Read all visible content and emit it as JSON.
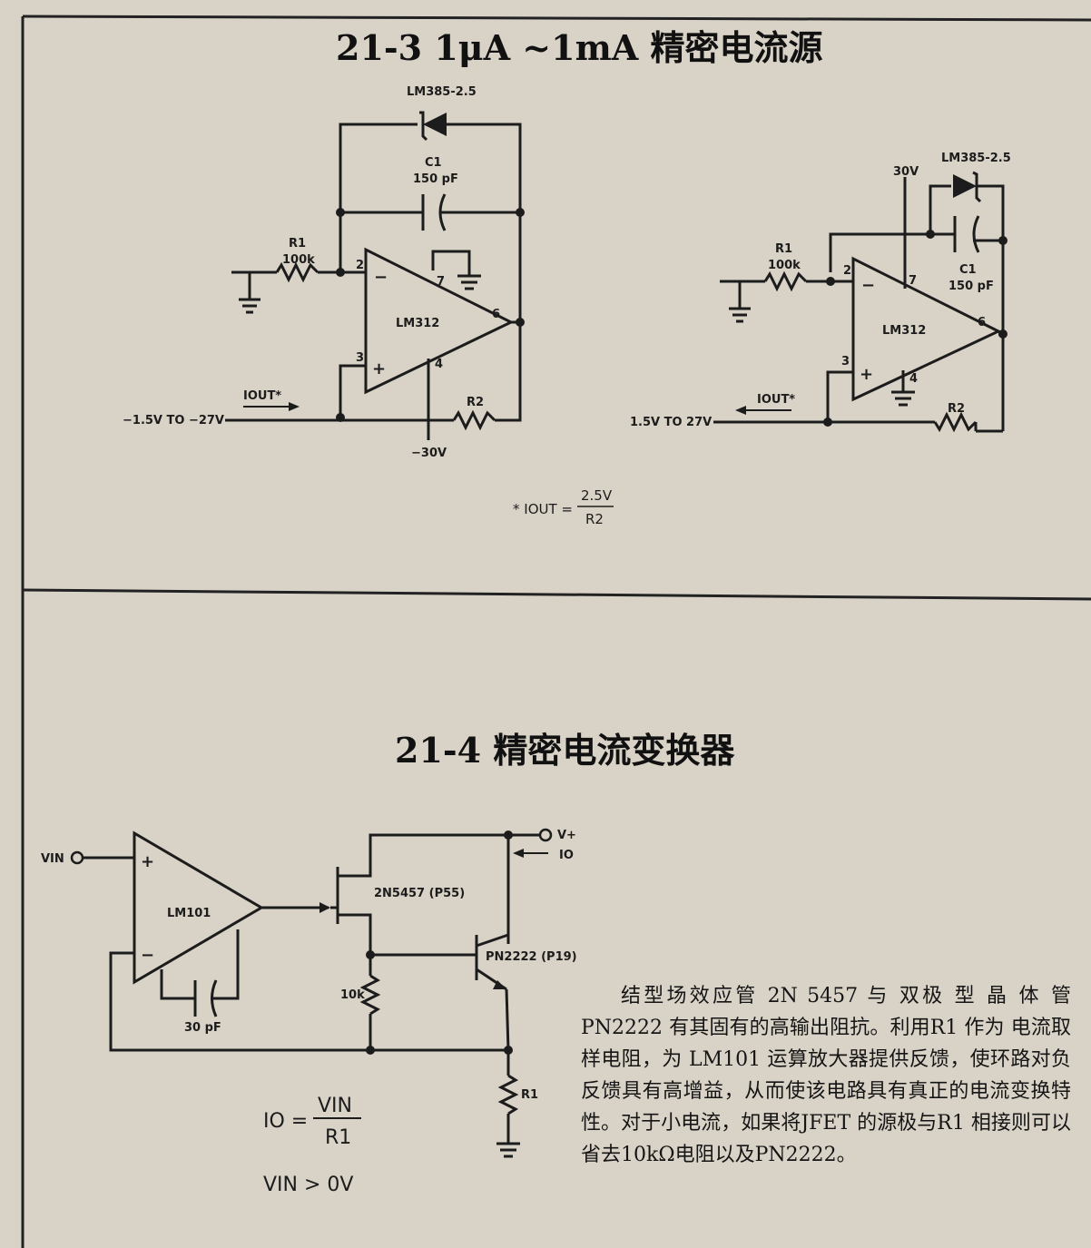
{
  "section1": {
    "title": "21-3   1μA ~1mA 精密电流源",
    "left_circuit": {
      "diode": "LM385-2.5",
      "cap_name": "C1",
      "cap_value": "150 pF",
      "r1_name": "R1",
      "r1_value": "100k",
      "opamp": "LM312",
      "pin_2": "2",
      "pin_3": "3",
      "pin_4": "4",
      "pin_6": "6",
      "pin_7": "7",
      "minus": "−",
      "plus": "+",
      "iout": "IOUT*",
      "voltage_range": "−1.5V TO −27V",
      "r2_name": "R2",
      "supply": "−30V"
    },
    "right_circuit": {
      "diode": "LM385-2.5",
      "supply": "30V",
      "r1_name": "R1",
      "r1_value": "100k",
      "cap_name": "C1",
      "cap_value": "150 pF",
      "opamp": "LM312",
      "pin_2": "2",
      "pin_3": "3",
      "pin_4": "4",
      "pin_6": "6",
      "pin_7": "7",
      "minus": "−",
      "plus": "+",
      "iout": "IOUT*",
      "voltage_range": "1.5V TO 27V",
      "r2_name": "R2"
    },
    "formula": {
      "lhs": "* IOUT =",
      "numerator": "2.5V",
      "denominator": "R2"
    }
  },
  "section2": {
    "title": "21-4   精密电流变换器",
    "circuit": {
      "vin": "VIN",
      "vplus": "V+",
      "io": "IO",
      "opamp": "LM101",
      "plus": "+",
      "minus": "−",
      "cap": "30 pF",
      "jfet": "2N5457 (P55)",
      "bjt": "PN2222 (P19)",
      "r10k": "10k",
      "r1": "R1"
    },
    "formula": {
      "lhs": "IO =",
      "numerator": "VIN",
      "denominator": "R1",
      "condition": "VIN > 0V"
    },
    "description": "结型场效应管 2N 5457 与 双极 型 晶 体 管 PN2222 有其固有的高输出阻抗。利用R1 作为 电流取样电阻，为 LM101 运算放大器提供反馈，使环路对负反馈具有高增益，从而使该电路具有真正的电流变换特性。对于小电流，如果将JFET 的源极与R1 相接则可以省去10kΩ电阻以及PN2222。"
  }
}
